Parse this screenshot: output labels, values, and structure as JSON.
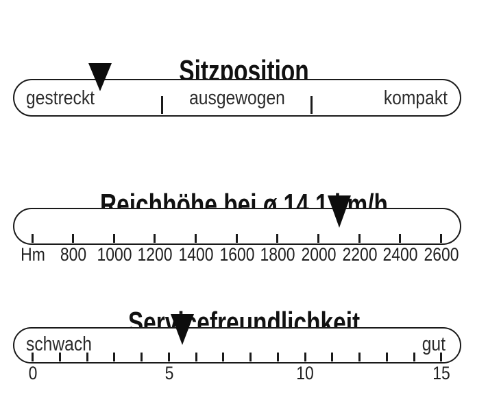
{
  "colors": {
    "ink": "#1a1a1a",
    "background": "#ffffff",
    "marker": "#0d0d0d"
  },
  "gauges": [
    {
      "id": "sitzposition",
      "title": "Sitzposition",
      "type": "zones",
      "zones": [
        "gestreckt",
        "ausgewogen",
        "kompakt"
      ],
      "marker": {
        "zone": "gestreckt"
      }
    },
    {
      "id": "reichhoehe",
      "title": "Reichhöhe bei ø 14,1 km/h",
      "type": "scale",
      "tick_labels": [
        "Hm",
        "800",
        "1000",
        "1200",
        "1400",
        "1600",
        "1800",
        "2000",
        "2200",
        "2400",
        "2600"
      ],
      "marker": {
        "value": "≈ 2100 Hm"
      }
    },
    {
      "id": "servicefreundlichkeit",
      "title": "Servicefreundlichkeit",
      "type": "scale",
      "end_labels": {
        "left": "schwach",
        "right": "gut"
      },
      "tick_labels": [
        "0",
        "5",
        "10",
        "15"
      ],
      "marker": {
        "value": "≈ 5,5"
      }
    }
  ],
  "chart_data": [
    {
      "type": "table",
      "title": "Sitzposition",
      "categories": [
        "gestreckt",
        "ausgewogen",
        "kompakt"
      ],
      "marker_zone": "gestreckt",
      "marker_fraction_of_scale": 0.19,
      "legend_position": "none",
      "grid": false
    },
    {
      "type": "line",
      "title": "Reichhöhe bei ø 14,1 km/h",
      "xlabel": "Hm",
      "tick_labels": [
        "Hm",
        "800",
        "1000",
        "1200",
        "1400",
        "1600",
        "1800",
        "2000",
        "2200",
        "2400",
        "2600"
      ],
      "xlim": [
        600,
        2600
      ],
      "marker_value": 2100,
      "grid": false
    },
    {
      "type": "line",
      "title": "Servicefreundlichkeit",
      "xlabel": "",
      "tick_labels": [
        "0",
        "5",
        "10",
        "15"
      ],
      "xlim": [
        0,
        15
      ],
      "minor_tick_step": 1,
      "end_labels": [
        "schwach",
        "gut"
      ],
      "marker_value": 5.5,
      "grid": false
    }
  ]
}
